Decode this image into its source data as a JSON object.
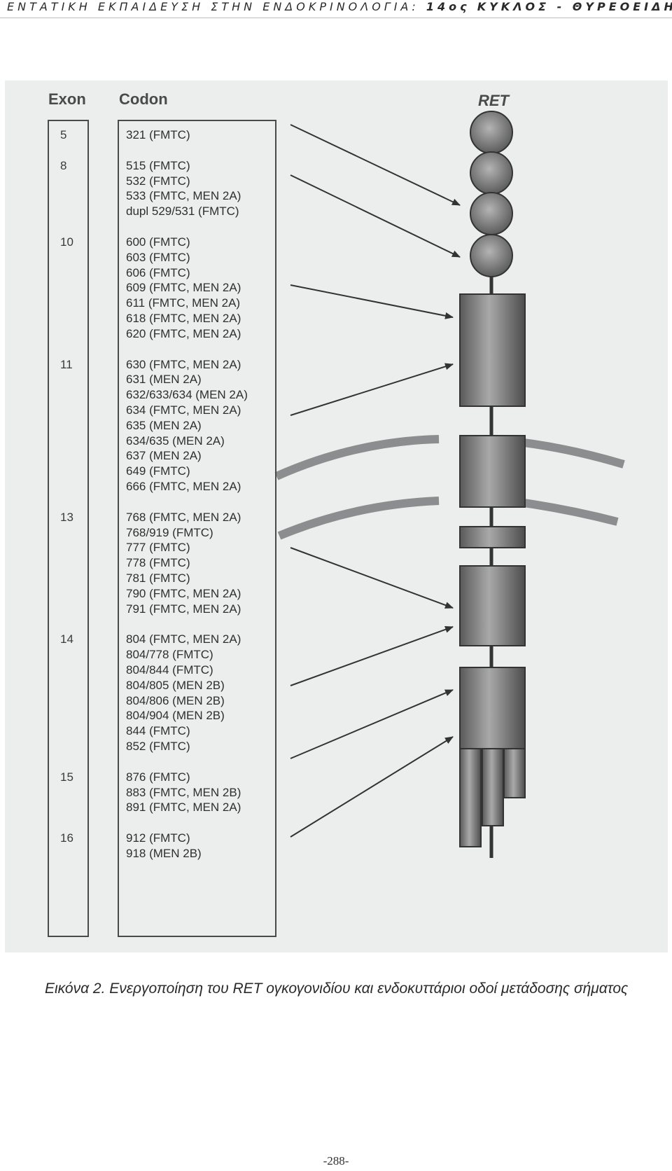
{
  "header": {
    "title": "ΕΝΤΑΤΙΚΗ ΕΚΠΑΙΔΕΥΣΗ ΣΤΗΝ ΕΝΔΟΚΡΙΝΟΛΟΓΙΑ:",
    "cycle_num": "14ος",
    "cycle_name": "ΚΥΚΛΟΣ - ΘΥΡΕΟΕΙΔΗΣ"
  },
  "figure": {
    "exon_header": "Exon",
    "codon_header": "Codon",
    "ret_label": "RET",
    "exons": [
      {
        "num": "5",
        "codons": [
          "321 (FMTC)"
        ]
      },
      {
        "num": "8",
        "codons": [
          "515 (FMTC)",
          "532 (FMTC)",
          "533 (FMTC, MEN 2A)",
          "dupl 529/531 (FMTC)"
        ]
      },
      {
        "num": "10",
        "codons": [
          "600 (FMTC)",
          "603 (FMTC)",
          "606 (FMTC)",
          "609 (FMTC, MEN 2A)",
          "611 (FMTC, MEN 2A)",
          "618 (FMTC, MEN 2A)",
          "620 (FMTC, MEN 2A)"
        ]
      },
      {
        "num": "11",
        "codons": [
          "630 (FMTC, MEN 2A)",
          "631 (MEN 2A)",
          "632/633/634 (MEN 2A)",
          "634 (FMTC, MEN 2A)",
          "635 (MEN 2A)",
          "634/635 (MEN 2A)",
          "637 (MEN 2A)",
          "649 (FMTC)",
          "666 (FMTC, MEN 2A)"
        ]
      },
      {
        "num": "13",
        "codons": [
          "768 (FMTC, MEN 2A)",
          "768/919 (FMTC)",
          "777 (FMTC)",
          "778 (FMTC)",
          "781 (FMTC)",
          "790 (FMTC, MEN 2A)",
          "791 (FMTC, MEN 2A)"
        ]
      },
      {
        "num": "14",
        "codons": [
          "804 (FMTC, MEN 2A)",
          "804/778 (FMTC)",
          "804/844 (FMTC)",
          "804/805 (MEN 2B)",
          "804/806 (MEN 2B)",
          "804/904 (MEN 2B)",
          "844 (FMTC)",
          "852 (FMTC)"
        ]
      },
      {
        "num": "15",
        "codons": [
          "876 (FMTC)",
          "883 (FMTC, MEN 2B)",
          "891 (FMTC, MEN 2A)"
        ]
      },
      {
        "num": "16",
        "codons": [
          "912 (FMTC)",
          "918 (MEN 2B)"
        ]
      }
    ]
  },
  "caption": "Εικόνα 2. Ενεργοποίηση του RET ογκογονιδίου και ενδοκυττάριοι οδοί μετάδοσης σήματος",
  "page_number": "-288-"
}
